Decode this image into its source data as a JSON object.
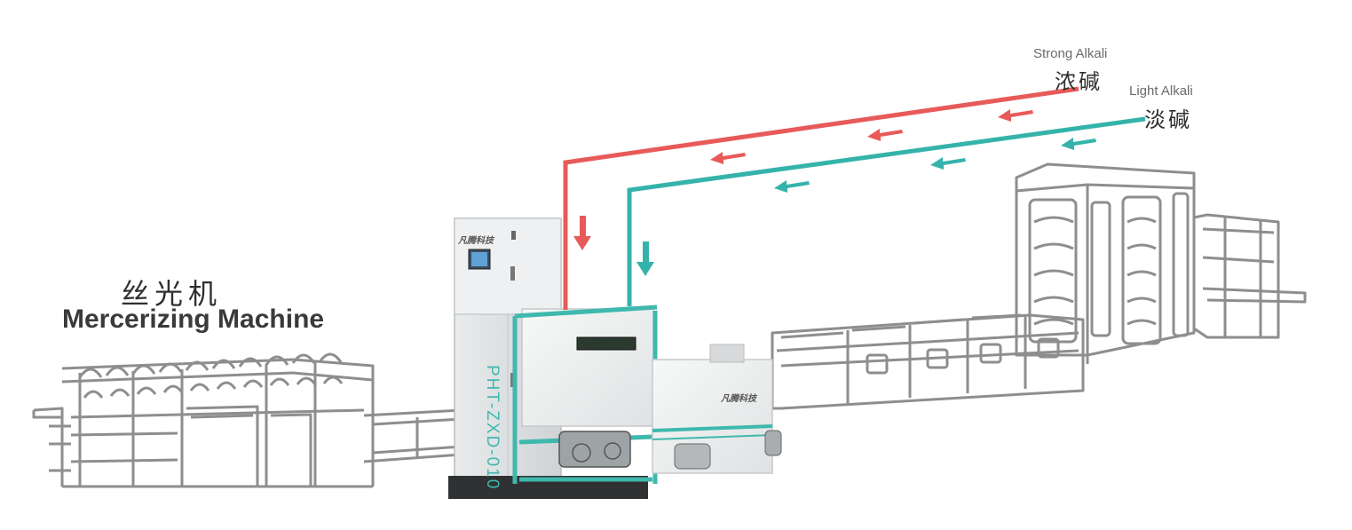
{
  "machine": {
    "name_cn": "丝光机",
    "name_en": "Mercerizing Machine"
  },
  "strong_alkali": {
    "label_en": "Strong  Alkali",
    "label_cn": "浓碱",
    "color": "#e85a5a"
  },
  "light_alkali": {
    "label_en": "Light  Alkali",
    "label_cn": "淡碱",
    "color": "#35b3ab"
  },
  "device": {
    "model": "PHT-ZXD-010",
    "brand": "凡腾科技",
    "accent": "#3fb8ae"
  }
}
